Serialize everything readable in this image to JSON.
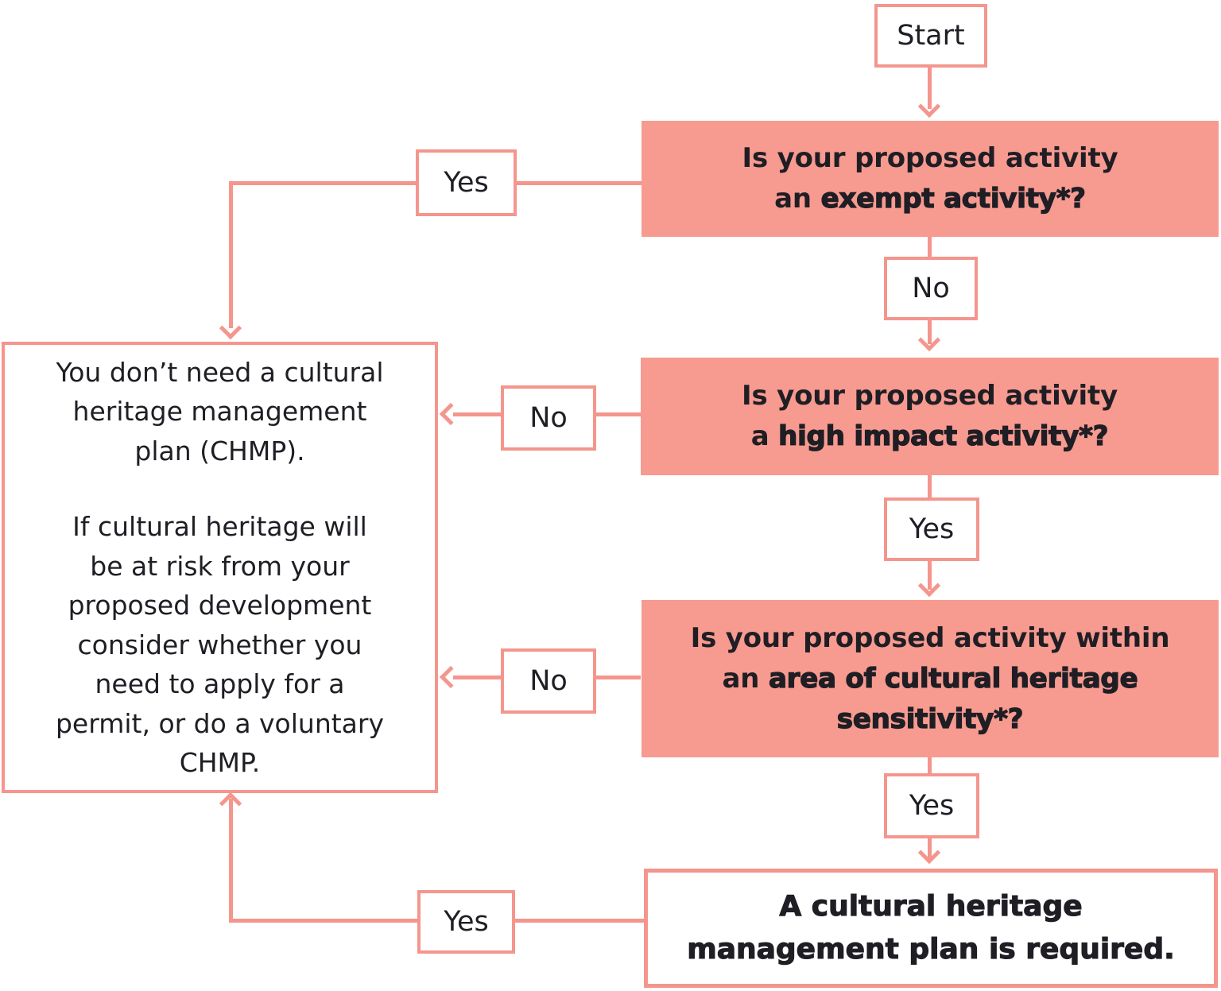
{
  "colors": {
    "salmon_fill": "#f79a90",
    "salmon_line": "#f4968d",
    "text_dark": "#1f1e24",
    "background": "#ffffff"
  },
  "flowchart": {
    "start": {
      "label": "Start"
    },
    "edge_labels": {
      "yes": "Yes",
      "no": "No"
    },
    "questions": [
      {
        "line1": "Is your proposed activity",
        "article": "an",
        "term": "exempt activity*?"
      },
      {
        "line1": "Is your proposed activity",
        "article": "a",
        "term": "high impact activity*?"
      },
      {
        "line1": "Is your proposed activity within",
        "article": "an",
        "term": "area of cultural heritage sensitivity*?"
      }
    ],
    "outcome_no_chmp": {
      "para1_lines": [
        "You don’t need a cultural",
        "heritage management",
        "plan (CHMP)."
      ],
      "para2_lines": [
        "If cultural heritage will",
        "be at risk from your",
        "proposed development",
        "consider whether you",
        "need to apply for a",
        "permit, or do a voluntary",
        "CHMP."
      ]
    },
    "outcome_chmp_required": {
      "lines": [
        "A cultural heritage",
        "management plan is required."
      ]
    }
  }
}
